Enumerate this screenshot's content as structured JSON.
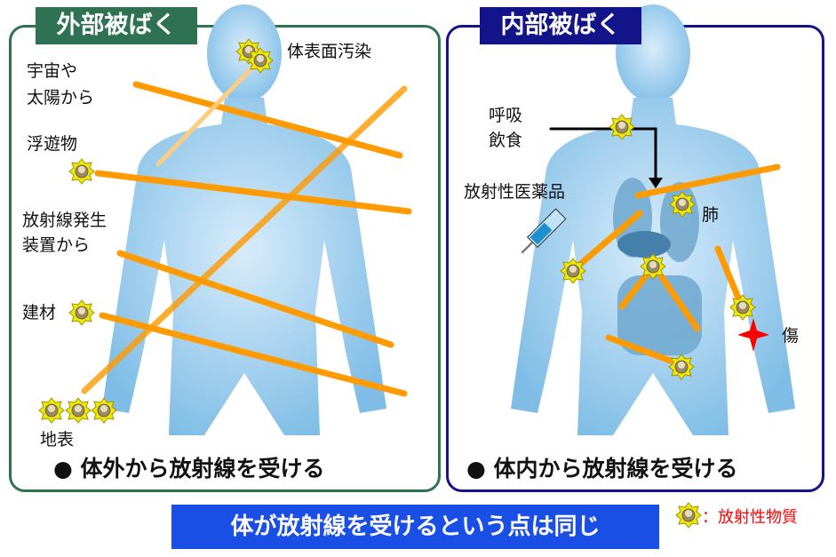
{
  "external": {
    "title": "外部被ばく",
    "labels": {
      "surface_contamination": "体表面汚染",
      "space_sun_line1": "宇宙や",
      "space_sun_line2": "太陽から",
      "airborne": "浮遊物",
      "generator_line1": "放射線発生",
      "generator_line2": "装置から",
      "building": "建材",
      "ground": "地表"
    },
    "caption": "● 体外から放射線を受ける"
  },
  "internal": {
    "title": "内部被ばく",
    "labels": {
      "breathing": "呼吸",
      "eating": "飲食",
      "radiopharmaceutical": "放射性医薬品",
      "lung": "肺",
      "wound": "傷"
    },
    "caption": "● 体内から放射線を受ける"
  },
  "banner": "体が放射線を受けるという点は同じ",
  "legend": {
    "label": "：放射性物質"
  },
  "colors": {
    "external": "#2e7153",
    "internal": "#14148a",
    "banner": "#1a4fe6",
    "arrow": "#ff9a00",
    "legend": "#ff0000"
  }
}
